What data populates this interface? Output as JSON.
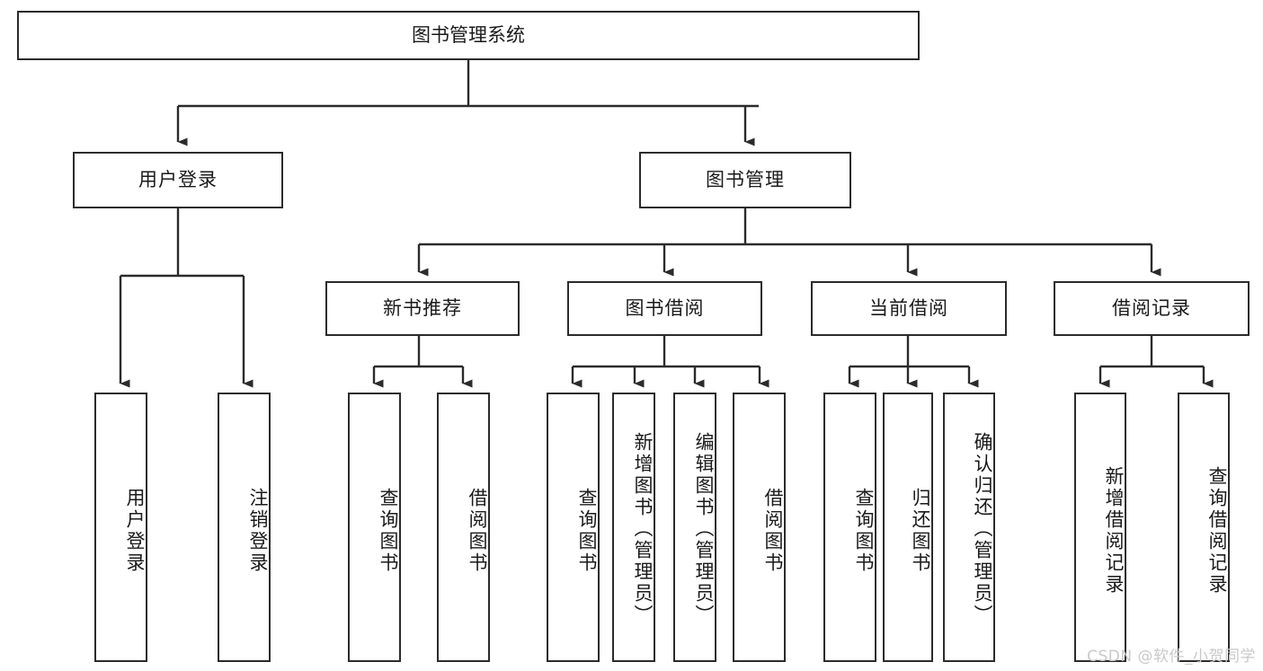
{
  "diagram": {
    "type": "tree",
    "title": "图书管理系统",
    "orientation": "top-down",
    "colors": {
      "box_border": "#2b2b2b",
      "box_fill": "#ffffff",
      "connector": "#2b2b2b",
      "text": "#1a1a1a",
      "watermark": "#c9c9c9"
    },
    "levels": {
      "root": "图书管理系统",
      "level2": [
        "用户登录",
        "图书管理"
      ],
      "level3": [
        "新书推荐",
        "图书借阅",
        "当前借阅",
        "借阅记录"
      ]
    },
    "nodes": {
      "root": {
        "label": "图书管理系统"
      },
      "user_login": {
        "label": "用户登录"
      },
      "book_manage": {
        "label": "图书管理"
      },
      "new_book_rec": {
        "label": "新书推荐"
      },
      "book_borrow": {
        "label": "图书借阅"
      },
      "current_borrow": {
        "label": "当前借阅"
      },
      "borrow_record": {
        "label": "借阅记录"
      }
    },
    "leaves": {
      "user_login": [
        {
          "label": "用户登录"
        },
        {
          "label": "注销登录"
        }
      ],
      "new_book_rec": [
        {
          "label": "查询图书"
        },
        {
          "label": "借阅图书"
        }
      ],
      "book_borrow": [
        {
          "label": "查询图书"
        },
        {
          "label": "新增图书（管理员）"
        },
        {
          "label": "编辑图书（管理员）"
        },
        {
          "label": "借阅图书"
        }
      ],
      "current_borrow": [
        {
          "label": "查询图书"
        },
        {
          "label": "归还图书"
        },
        {
          "label": "确认归还（管理员）"
        }
      ],
      "borrow_record": [
        {
          "label": "新增借阅记录"
        },
        {
          "label": "查询借阅记录"
        }
      ]
    }
  },
  "watermark": {
    "text": "CSDN @软件_小贺同学"
  }
}
